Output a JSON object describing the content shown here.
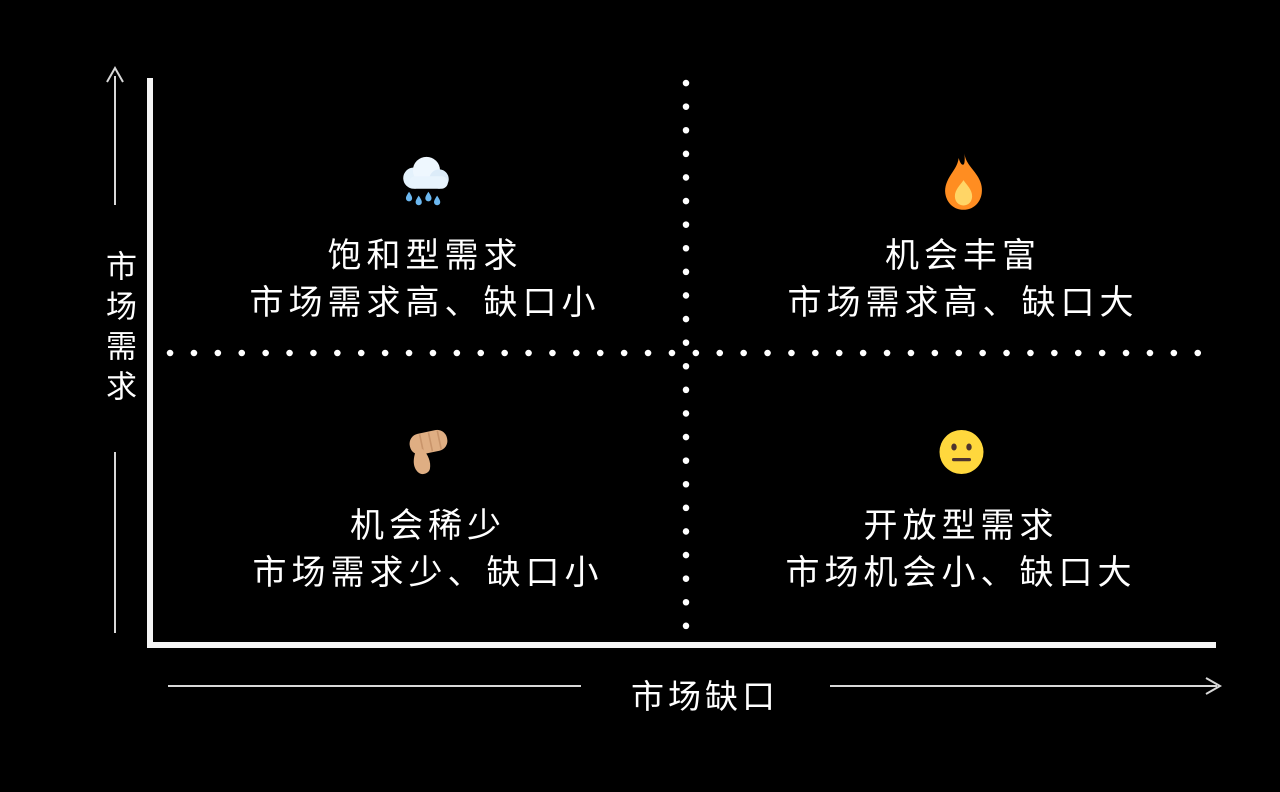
{
  "colors": {
    "background": "#000000",
    "text": "#ffffff",
    "solid_axis": "#f5f5f5",
    "thin_arrow": "#d8d8d8",
    "dots": "#ffffff",
    "rain_cloud_blue": "#6cb8f0",
    "fire_orange": "#ff8d21",
    "fire_yellow": "#ffd566",
    "thumb_tan": "#dfae83",
    "face_yellow": "#ffd83d"
  },
  "y_axis": {
    "label": "市场需求"
  },
  "x_axis": {
    "label": "市场缺口"
  },
  "quadrants": [
    {
      "position": "top-left",
      "icon": "rain-cloud-emoji",
      "title": "饱和型需求",
      "subtitle": "市场需求高、缺口小"
    },
    {
      "position": "top-right",
      "icon": "fire-emoji",
      "title": "机会丰富",
      "subtitle": "市场需求高、缺口大"
    },
    {
      "position": "bottom-left",
      "icon": "thumbs-down-emoji",
      "title": "机会稀少",
      "subtitle": "市场需求少、缺口小"
    },
    {
      "position": "bottom-right",
      "icon": "neutral-face-emoji",
      "title": "开放型需求",
      "subtitle": "市场机会小、缺口大"
    }
  ]
}
